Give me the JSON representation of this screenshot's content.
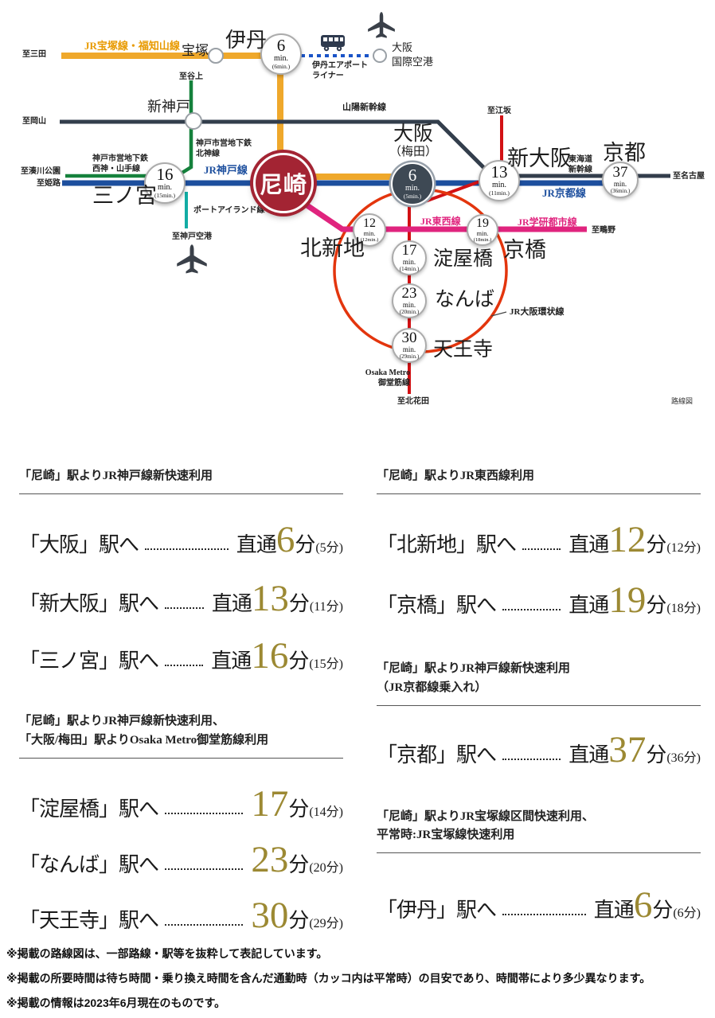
{
  "diagram": {
    "caption": "路線図",
    "min_unit": "min.",
    "hub": {
      "name": "尼崎"
    },
    "endpoints": {
      "sanda": "至三田",
      "tanigami": "至谷上",
      "okayama": "至岡山",
      "minatogawa": "至湊川公園",
      "himeji": "至姫路",
      "kobe_airport": "至神戸空港",
      "esaka": "至江坂",
      "nagoya": "至名古屋",
      "shigino": "至鴫野",
      "kitahanada": "至北花田"
    },
    "lines": {
      "takarazuka": "JR宝塚線・福知山線",
      "airport_liner": "伊丹エアポート\nライナー",
      "sanyo_shinkansen": "山陽新幹線",
      "subway_hokushin": "神戸市営地下鉄\n北神線",
      "subway_seishin": "神戸市営地下鉄\n西神・山手線",
      "jr_kobe": "JR神戸線",
      "port_island": "ポートアイランド線",
      "jr_kyoto": "JR京都線",
      "tokaido_shinkansen": "東海道\n新幹線",
      "jr_tozai": "JR東西線",
      "jr_gakkentoshi": "JR学研都市線",
      "jr_loop": "JR大阪環状線",
      "midosuji": "Osaka Metro\n御堂筋線"
    },
    "stations": {
      "takarazuka": {
        "name": "宝塚"
      },
      "itami": {
        "name": "伊丹",
        "time": "6",
        "normal": "(6min.)"
      },
      "osaka_airport": {
        "name": "大阪\n国際空港"
      },
      "shin_kobe": {
        "name": "新神戸"
      },
      "sannomiya": {
        "name": "三ノ宮",
        "time": "16",
        "normal": "(15min.)"
      },
      "osaka": {
        "name": "大阪",
        "name_sub": "（梅田）",
        "time": "6",
        "normal": "(5min.)"
      },
      "shin_osaka": {
        "name": "新大阪",
        "time": "13",
        "normal": "(11min.)"
      },
      "kyoto": {
        "name": "京都",
        "time": "37",
        "normal": "(36min.)"
      },
      "kitashinchi": {
        "name": "北新地",
        "time": "12",
        "normal": "(12min.)"
      },
      "kyobashi": {
        "name": "京橋",
        "time": "19",
        "normal": "(18min.)"
      },
      "yodoyabashi": {
        "name": "淀屋橋",
        "time": "17",
        "normal": "(14min.)"
      },
      "namba": {
        "name": "なんば",
        "time": "23",
        "normal": "(20min.)"
      },
      "tennoji": {
        "name": "天王寺",
        "time": "30",
        "normal": "(29min.)"
      }
    },
    "colors": {
      "takarazuka_line": "#EFA82B",
      "jr_blue": "#1D4F9E",
      "shinkansen_dark": "#333E4C",
      "subway_green": "#15813C",
      "port_liner_teal": "#12ACA4",
      "tozai_pink": "#E0247E",
      "midosuji_red": "#D21114",
      "loop_red": "#E3350D",
      "airport_liner_blue": "#1A54C8",
      "hub_red": "#A32433",
      "osaka_circle_dark": "#3E4954",
      "time_gold": "#9C8933"
    }
  },
  "routes": {
    "left": [
      {
        "header": [
          "「尼崎」駅よりJR神戸線新快速利用"
        ],
        "rows": [
          {
            "station": "「大阪」駅へ",
            "direct": "直通",
            "time": "6",
            "unit": "分",
            "normal": "(5分)"
          },
          {
            "station": "「新大阪」駅へ",
            "direct": "直通",
            "time": "13",
            "unit": "分",
            "normal": "(11分)"
          },
          {
            "station": "「三ノ宮」駅へ",
            "direct": "直通",
            "time": "16",
            "unit": "分",
            "normal": "(15分)"
          }
        ]
      },
      {
        "header": [
          "「尼崎」駅よりJR神戸線新快速利用、",
          "「大阪/梅田」駅よりOsaka Metro御堂筋線利用"
        ],
        "rows": [
          {
            "station": "「淀屋橋」駅へ",
            "direct": "",
            "time": "17",
            "unit": "分",
            "normal": "(14分)"
          },
          {
            "station": "「なんば」駅へ",
            "direct": "",
            "time": "23",
            "unit": "分",
            "normal": "(20分)"
          },
          {
            "station": "「天王寺」駅へ",
            "direct": "",
            "time": "30",
            "unit": "分",
            "normal": "(29分)"
          }
        ]
      }
    ],
    "right": [
      {
        "header": [
          "「尼崎」駅よりJR東西線利用"
        ],
        "rows": [
          {
            "station": "「北新地」駅へ",
            "direct": "直通",
            "time": "12",
            "unit": "分",
            "normal": "(12分)"
          },
          {
            "station": "「京橋」駅へ",
            "direct": "直通",
            "time": "19",
            "unit": "分",
            "normal": "(18分)"
          }
        ]
      },
      {
        "header": [
          "「尼崎」駅よりJR神戸線新快速利用",
          "（JR京都線乗入れ）"
        ],
        "rows": [
          {
            "station": "「京都」駅へ",
            "direct": "直通",
            "time": "37",
            "unit": "分",
            "normal": "(36分)"
          }
        ]
      },
      {
        "header": [
          "「尼崎」駅よりJR宝塚線区間快速利用、",
          "平常時:JR宝塚線快速利用"
        ],
        "rows": [
          {
            "station": "「伊丹」駅へ",
            "direct": "直通",
            "time": "6",
            "unit": "分",
            "normal": "(6分)"
          }
        ]
      }
    ]
  },
  "footnotes": [
    "※掲載の路線図は、一部路線・駅等を抜粋して表記しています。",
    "※掲載の所要時間は待ち時間・乗り換え時間を含んだ通勤時（カッコ内は平常時）の目安であり、時間帯により多少異なります。",
    "※掲載の情報は2023年6月現在のものです。"
  ]
}
